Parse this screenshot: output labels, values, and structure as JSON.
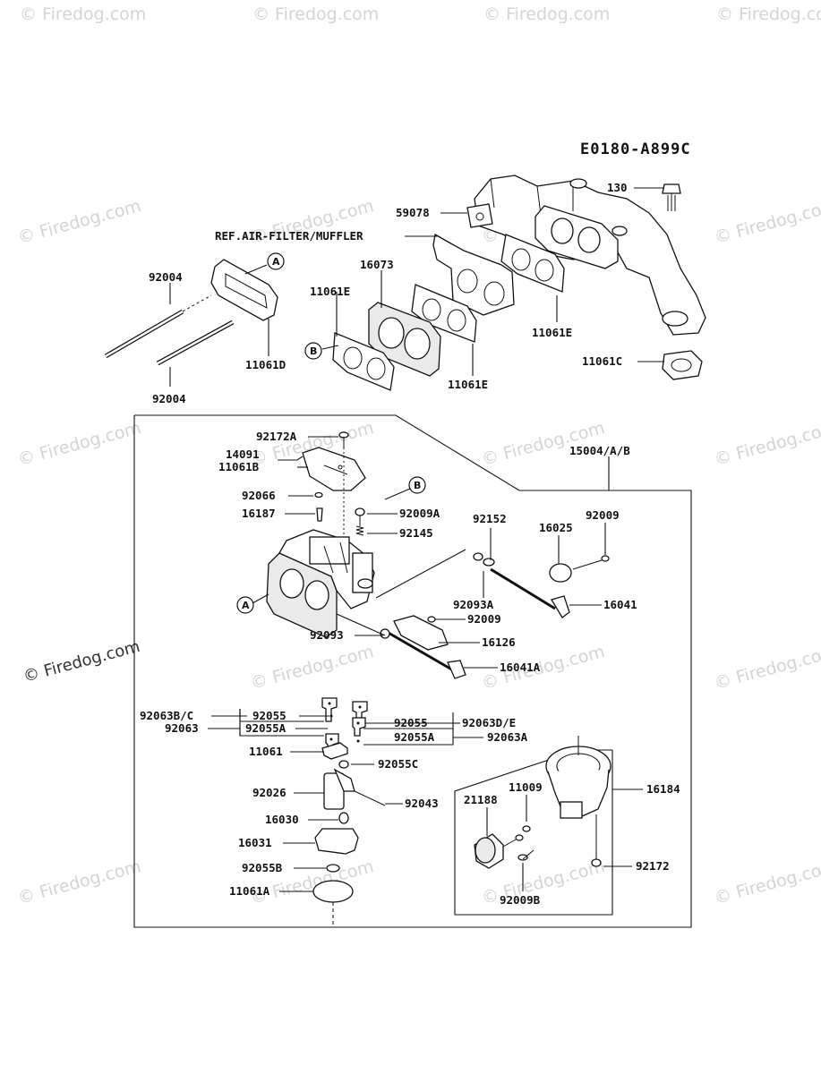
{
  "diagram": {
    "code": "E0180-A899C",
    "ref_label": "REF.AIR-FILTER/MUFFLER",
    "callouts": {
      "a": "A",
      "b": "B"
    },
    "parts": {
      "p130": "130",
      "p59078": "59078",
      "p16073": "16073",
      "p11061E_left": "11061E",
      "p11061E_right": "11061E",
      "p11061E_bottom": "11061E",
      "p11061C": "11061C",
      "p92004_top": "92004",
      "p92004_bottom": "92004",
      "p11061D": "11061D",
      "p15004": "15004/A/B",
      "p92172A": "92172A",
      "p14091": "14091",
      "p11061B": "11061B",
      "p92066": "92066",
      "p16187": "16187",
      "p92009A": "92009A",
      "p92145": "92145",
      "p92152": "92152",
      "p16025": "16025",
      "p92009_top": "92009",
      "p16041": "16041",
      "p92093A": "92093A",
      "p92009_mid": "92009",
      "p92093": "92093",
      "p16126": "16126",
      "p16041A": "16041A",
      "p92063BC": "92063B/C",
      "p92055_l": "92055",
      "p92055_r": "92055",
      "p92063DE": "92063D/E",
      "p92063": "92063",
      "p92055A_l": "92055A",
      "p92055A_r": "92055A",
      "p92063A": "92063A",
      "p11061": "11061",
      "p92055C": "92055C",
      "p92026": "92026",
      "p92043": "92043",
      "p16030": "16030",
      "p16031": "16031",
      "p92055B": "92055B",
      "p11061A": "11061A",
      "p21188": "21188",
      "p11009": "11009",
      "p16184": "16184",
      "p92172": "92172",
      "p92009B": "92009B"
    },
    "watermark": "© Firedog.com"
  }
}
